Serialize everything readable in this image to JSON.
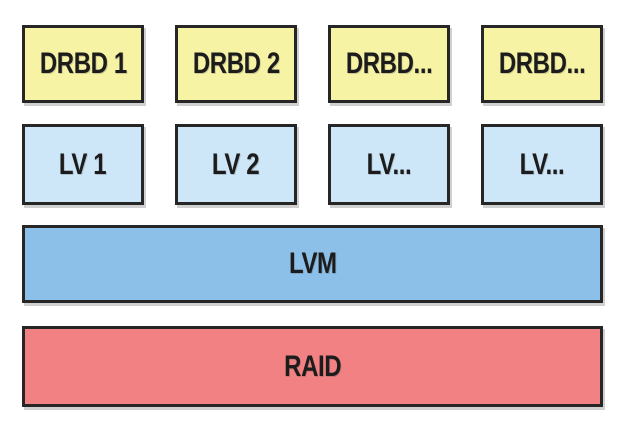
{
  "diagram": {
    "type": "block-diagram",
    "drbd_row": {
      "boxes": [
        "DRBD 1",
        "DRBD 2",
        "DRBD...",
        "DRBD..."
      ]
    },
    "lv_row": {
      "boxes": [
        "LV 1",
        "LV 2",
        "LV...",
        "LV..."
      ]
    },
    "lvm_label": "LVM",
    "raid_label": "RAID",
    "colors": {
      "drbd_fill": "#F7F3A4",
      "lv_fill": "#CDE7F8",
      "lvm_fill": "#8CC0E8",
      "raid_fill": "#F28183",
      "border": "#262626",
      "text": "#1C1C1C",
      "background": "#FFFFFF"
    }
  }
}
